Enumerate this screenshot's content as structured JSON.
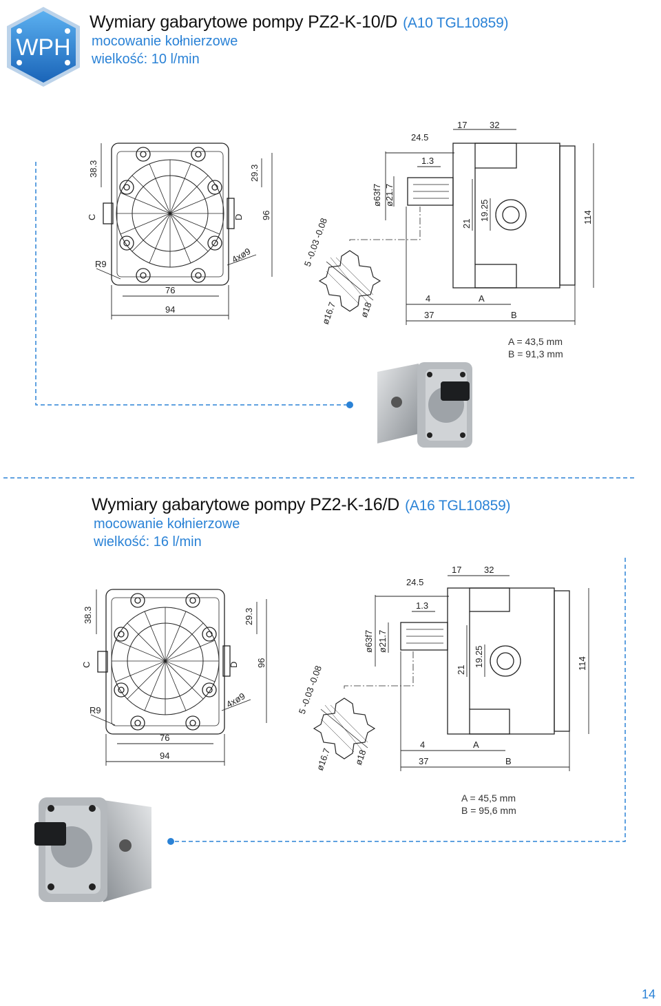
{
  "logo": {
    "text": "WPH",
    "color": "#2a82d6"
  },
  "section1": {
    "title": "Wymiary gabarytowe pompy PZ2-K-10/D",
    "code": "(A10 TGL10859)",
    "mounting": "mocowanie kołnierzowe",
    "size": "wielkość: 10 l/min",
    "dim_a": "A = 43,5 mm",
    "dim_b": "B = 91,3 mm"
  },
  "section2": {
    "title": "Wymiary gabarytowe pompy PZ2-K-16/D",
    "code": "(A16 TGL10859)",
    "mounting": "mocowanie kołnierzowe",
    "size": "wielkość: 16 l/min",
    "dim_a": "A = 45,5 mm",
    "dim_b": "B = 95,6 mm"
  },
  "drawing_labels": {
    "d38_3": "38.3",
    "d29_3": "29.3",
    "c": "C",
    "d": "D",
    "d96": "96",
    "r9": "R9",
    "holes": "4xø9",
    "d76": "76",
    "d94": "94",
    "d24_5": "24.5",
    "d17": "17",
    "d32": "32",
    "d1_3": "1.3",
    "d63f7": "ø63f7",
    "d21_7": "ø21.7",
    "d21": "21",
    "d19_25": "19.25",
    "d114": "114",
    "d4": "4",
    "a": "A",
    "d37": "37",
    "b": "B",
    "tol": "5 -0.03 -0.08",
    "d16_7": "ø16.7",
    "d18": "ø18"
  },
  "page_number": "14",
  "colors": {
    "accent": "#2a82d6",
    "line": "#222222"
  }
}
